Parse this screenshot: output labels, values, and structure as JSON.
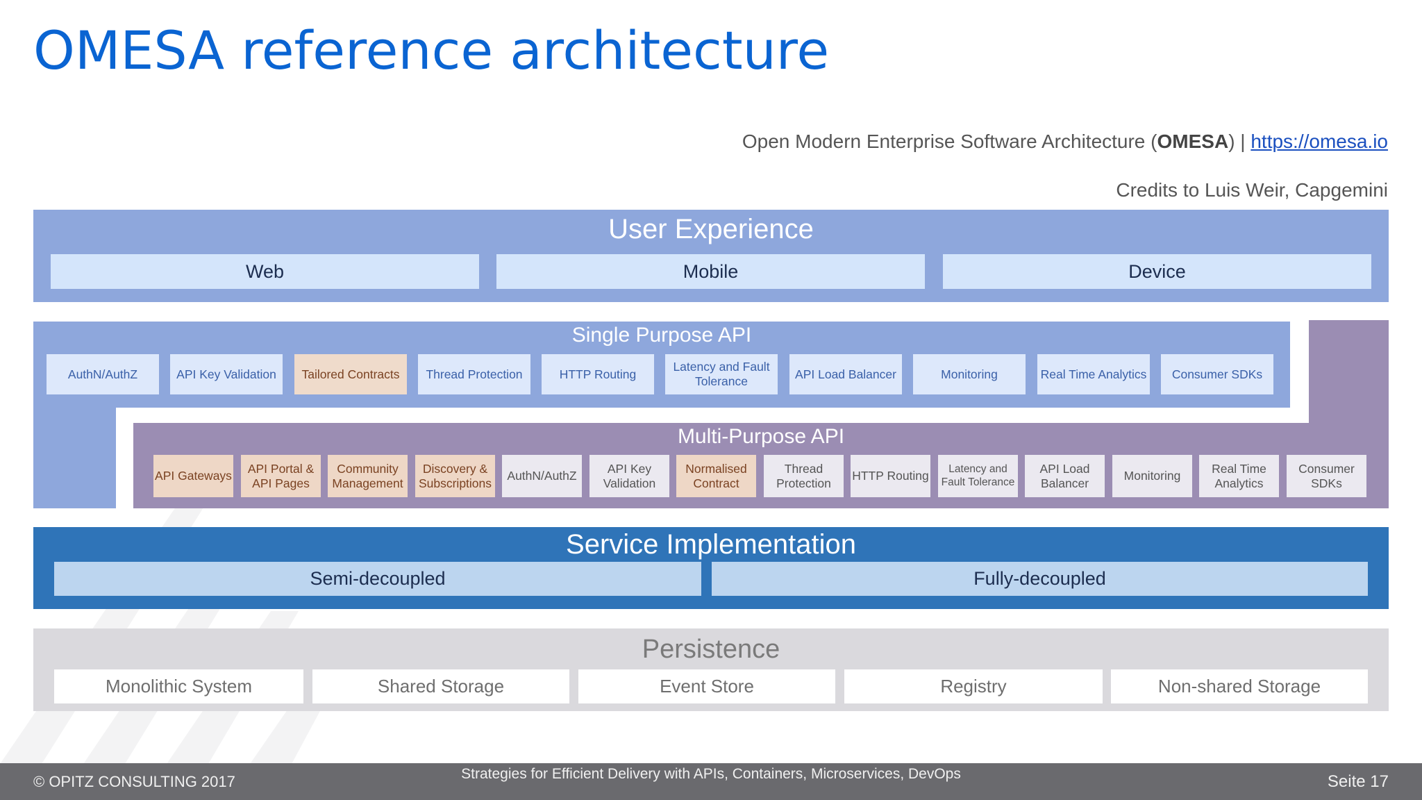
{
  "title": "OMESA reference architecture",
  "subtitle": {
    "prefix": "Open Modern Enterprise Software Architecture (",
    "bold": "OMESA",
    "suffix": ") | ",
    "link": "https://omesa.io"
  },
  "credits": "Credits to Luis Weir, Capgemini",
  "user_experience": {
    "title": "User Experience",
    "items": [
      "Web",
      "Mobile",
      "Device"
    ]
  },
  "single_purpose_api": {
    "title": "Single Purpose API",
    "items": [
      "AuthN/AuthZ",
      "API Key Validation",
      "Tailored Contracts",
      "Thread Protection",
      "HTTP Routing",
      "Latency and Fault Tolerance",
      "API Load Balancer",
      "Monitoring",
      "Real Time Analytics",
      "Consumer SDKs"
    ]
  },
  "multi_purpose_api": {
    "title": "Multi-Purpose API",
    "items": [
      "API Gateways",
      "API Portal & API Pages",
      "Community Management",
      "Discovery & Subscriptions",
      "AuthN/AuthZ",
      "API Key Validation",
      "Normalised Contract",
      "Thread Protection",
      "HTTP Routing",
      "Latency and Fault Tolerance",
      "API Load Balancer",
      "Monitoring",
      "Real Time Analytics",
      "Consumer SDKs"
    ]
  },
  "service_implementation": {
    "title": "Service Implementation",
    "items": [
      "Semi-decoupled",
      "Fully-decoupled"
    ]
  },
  "persistence": {
    "title": "Persistence",
    "items": [
      "Monolithic System",
      "Shared Storage",
      "Event Store",
      "Registry",
      "Non-shared Storage"
    ]
  },
  "footer": {
    "copyright": "© OPITZ CONSULTING 2017",
    "talk_title": "Strategies for Efficient Delivery with APIs, Containers, Microservices, DevOps",
    "page": "Seite 17"
  },
  "colors": {
    "title": "#0a64d2",
    "user_experience": "#8ea7dc",
    "multi_purpose": "#9b8db3",
    "service_implementation": "#2f74b8",
    "persistence": "#dad9dd",
    "highlight": "#efdbcb"
  }
}
